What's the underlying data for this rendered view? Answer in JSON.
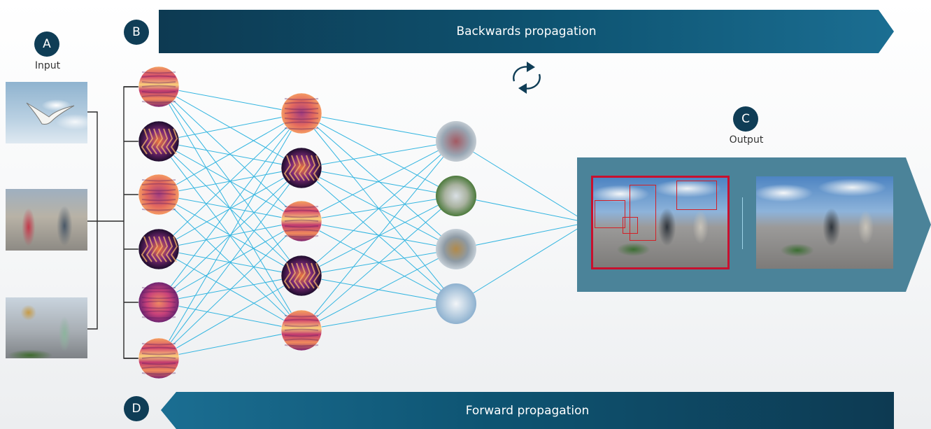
{
  "markers": {
    "a": "A",
    "b": "B",
    "c": "C",
    "d": "D"
  },
  "captions": {
    "input": "Input",
    "output": "Output"
  },
  "banners": {
    "backwards": "Backwards propagation",
    "forward": "Forward propagation"
  },
  "icons": {
    "cycle": "refresh-cycle-icon"
  },
  "colors": {
    "badge": "#0f3d56",
    "banner_dark": "#0d3a52",
    "banner_light": "#1b6e92",
    "connection": "#33b5e0",
    "output_panel": "#4b8399",
    "detection_box": "#d41f26"
  },
  "network": {
    "layers": [
      {
        "nodes": [
          {
            "visual": "spectrogram-horizontal-bands"
          },
          {
            "visual": "spectrogram-dark-vertical"
          },
          {
            "visual": "spectrogram-warm-speckle"
          },
          {
            "visual": "spectrogram-dark-waveform"
          },
          {
            "visual": "spectrogram-magenta-noise"
          },
          {
            "visual": "spectrogram-horizontal-bands"
          }
        ]
      },
      {
        "nodes": [
          {
            "visual": "spectrogram-warm-speckle"
          },
          {
            "visual": "spectrogram-dark-zigzag"
          },
          {
            "visual": "spectrogram-horizontal-bands"
          },
          {
            "visual": "spectrogram-dark-waveform"
          },
          {
            "visual": "spectrogram-horizontal-bands"
          }
        ]
      },
      {
        "nodes": [
          {
            "visual": "photo-dancers"
          },
          {
            "visual": "photo-grass-person"
          },
          {
            "visual": "photo-brass-player"
          },
          {
            "visual": "photo-seagull"
          }
        ]
      }
    ]
  }
}
